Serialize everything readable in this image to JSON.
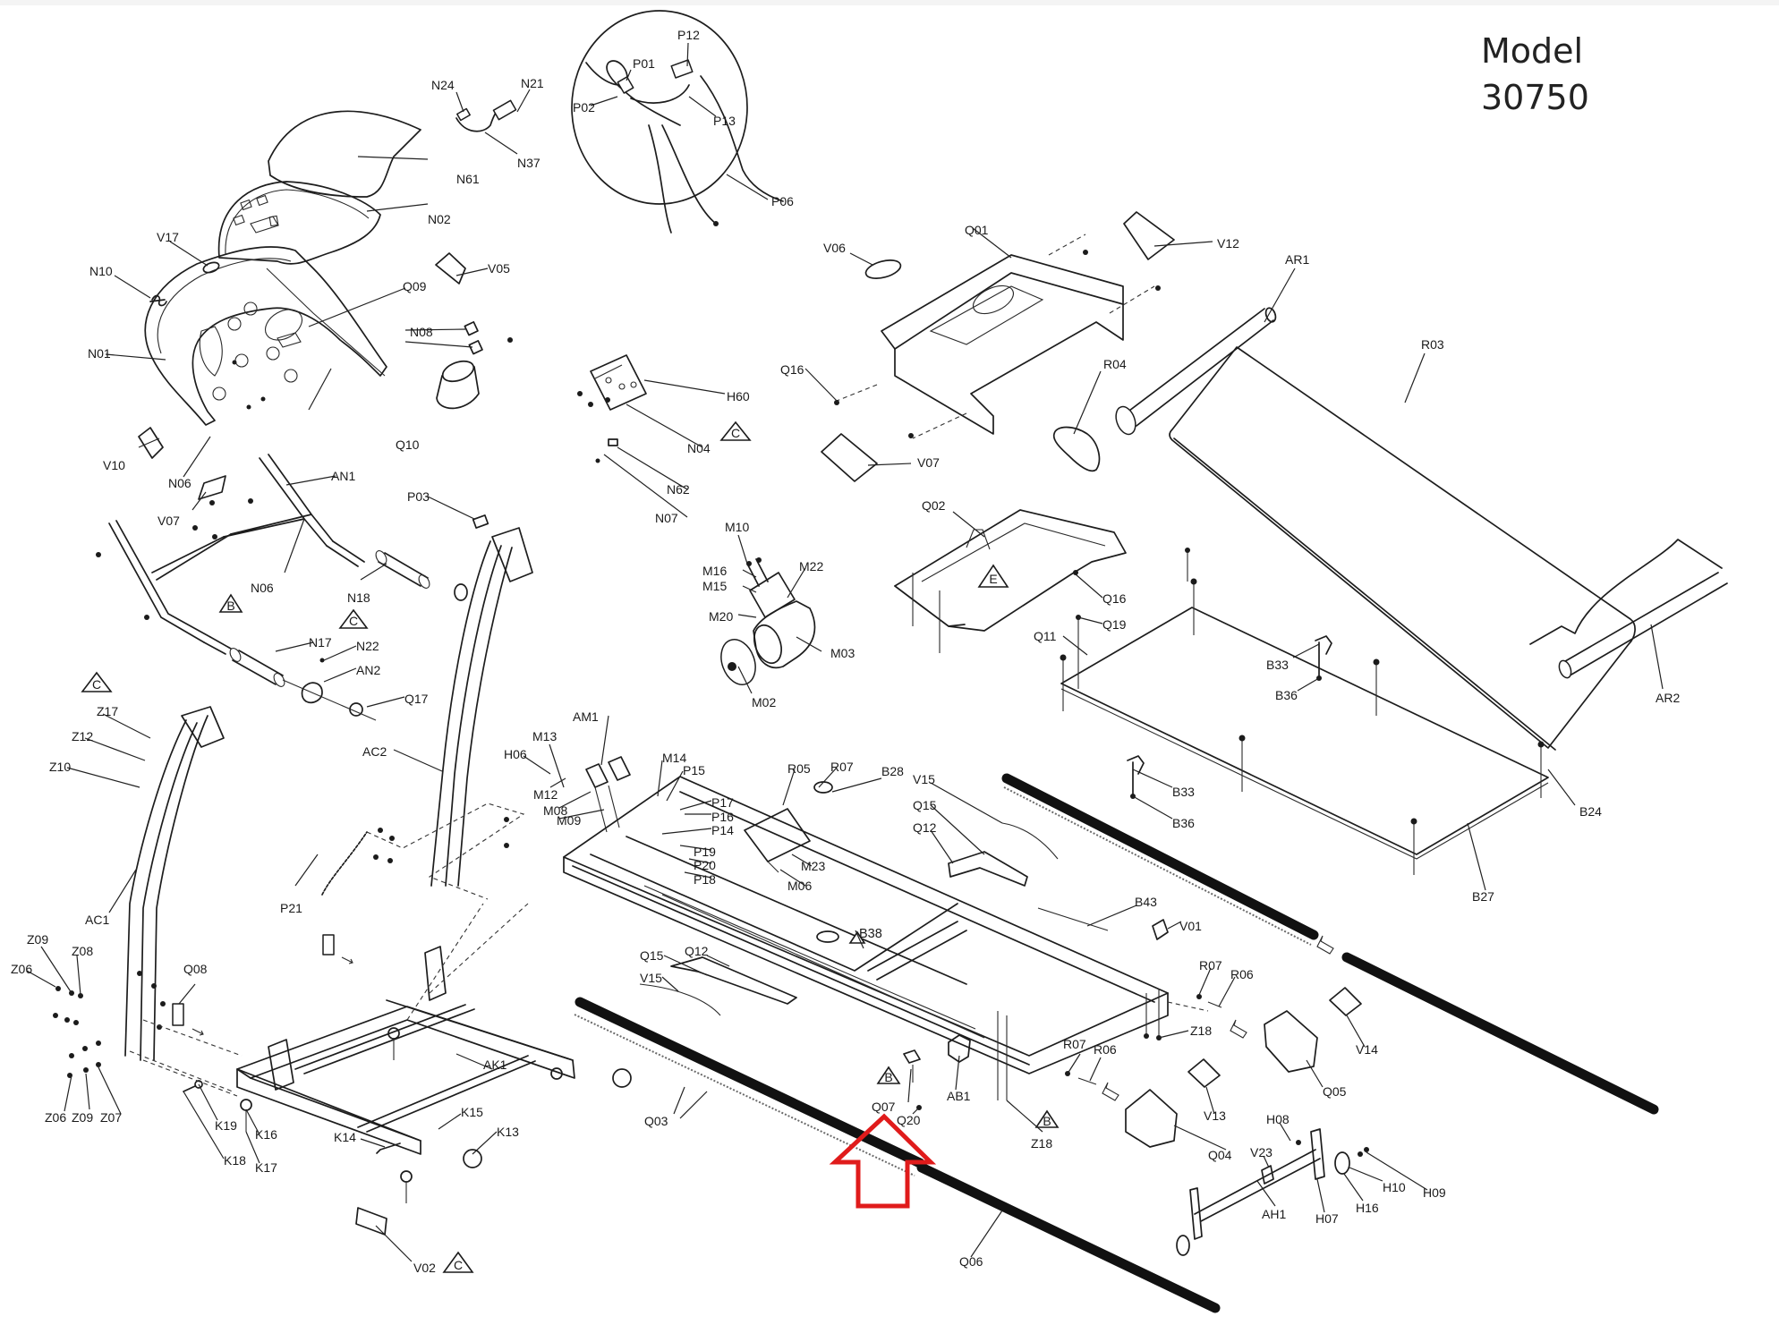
{
  "title": {
    "line1": "Model",
    "line2": "30750"
  },
  "highlight": {
    "type": "red-up-arrow",
    "color": "#e01b1b",
    "points_at": "Q03 / Q06 rail junction"
  },
  "section_markers": [
    "B",
    "C",
    "C",
    "C",
    "C",
    "E",
    "B",
    "B",
    "B"
  ],
  "labels": {
    "N24": "N24",
    "N21": "N21",
    "N37": "N37",
    "N61": "N61",
    "N02": "N02",
    "V17": "V17",
    "N10": "N10",
    "V05": "V05",
    "Q09": "Q09",
    "N01": "N01",
    "N08": "N08",
    "Q10": "Q10",
    "V10": "V10",
    "N06a": "N06",
    "V07a": "V07",
    "AN1": "AN1",
    "N06b": "N06",
    "N18": "N18",
    "N17": "N17",
    "N22": "N22",
    "AN2": "AN2",
    "Q17": "Q17",
    "P03": "P03",
    "AC2": "AC2",
    "Z17": "Z17",
    "Z12": "Z12",
    "Z10": "Z10",
    "AC1": "AC1",
    "Z09a": "Z09",
    "Z08": "Z08",
    "Z06a": "Z06",
    "Z06b": "Z06",
    "Z09b": "Z09",
    "Z07": "Z07",
    "Q08": "Q08",
    "P21": "P21",
    "AK1": "AK1",
    "K19": "K19",
    "K18": "K18",
    "K16": "K16",
    "K17": "K17",
    "K15": "K15",
    "K14": "K14",
    "K13": "K13",
    "V02": "V02",
    "P12": "P12",
    "P01": "P01",
    "P02": "P02",
    "P13": "P13",
    "P06": "P06",
    "V06": "V06",
    "Q01": "Q01",
    "V12": "V12",
    "AR1": "AR1",
    "R03": "R03",
    "Q16a": "Q16",
    "R04": "R04",
    "V07b": "V07",
    "H60": "H60",
    "N04": "N04",
    "N62": "N62",
    "N07": "N07",
    "M10": "M10",
    "M16": "M16",
    "M15": "M15",
    "M22": "M22",
    "M20": "M20",
    "M03": "M03",
    "M02": "M02",
    "Q02": "Q02",
    "Q16b": "Q16",
    "Q19": "Q19",
    "Q11": "Q11",
    "B33a": "B33",
    "B36a": "B36",
    "AR2": "AR2",
    "B33b": "B33",
    "B36b": "B36",
    "B24": "B24",
    "B27": "B27",
    "M13": "M13",
    "AM1": "AM1",
    "H06": "H06",
    "M12": "M12",
    "M08": "M08",
    "M09": "M09",
    "M14": "M14",
    "P15": "P15",
    "P17": "P17",
    "P16": "P16",
    "P14": "P14",
    "P19": "P19",
    "P20": "P20",
    "P18": "P18",
    "R05a": "R05",
    "R07a": "R07",
    "B28": "B28",
    "M23": "M23",
    "M06": "M06",
    "V15a": "V15",
    "Q15a": "Q15",
    "Q12a": "Q12",
    "B38": "B38",
    "B43": "B43",
    "V01": "V01",
    "Q15b": "Q15",
    "Q12b": "Q12",
    "V15b": "V15",
    "R07b": "R07",
    "R06b": "R06",
    "Z18a": "Z18",
    "R07c": "R07",
    "R06c": "R06",
    "V14": "V14",
    "Q05": "Q05",
    "V13": "V13",
    "Q04": "Q04",
    "Q03": "Q03",
    "Q07": "Q07",
    "Q20": "Q20",
    "AB1": "AB1",
    "Z18b": "Z18",
    "H08": "H08",
    "V23": "V23",
    "H10": "H10",
    "H09": "H09",
    "H16": "H16",
    "H07": "H07",
    "AH1": "AH1",
    "Q06": "Q06"
  }
}
